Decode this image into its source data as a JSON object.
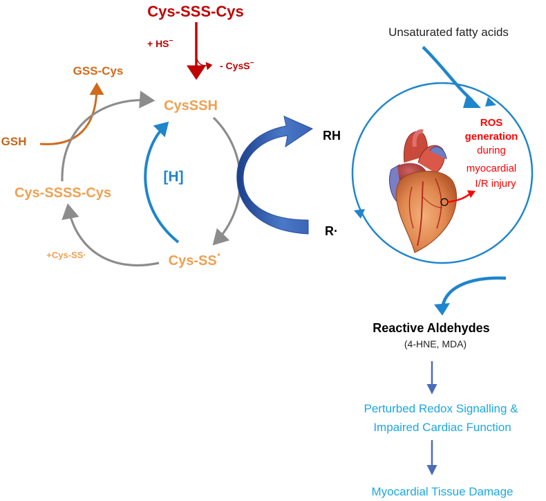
{
  "colors": {
    "red": "#c00000",
    "bright_red": "#ff0000",
    "orange": "#f0a050",
    "dark_orange": "#d06a1c",
    "brown_orange": "#c86418",
    "blue": "#1f85cc",
    "navy": "#2e52a0",
    "gray": "#8c8c8c",
    "cyan": "#1aa8e0",
    "black": "#000000",
    "dark_text": "#222222"
  },
  "left_cycle": {
    "top_donor": "Cys-SSS-Cys",
    "plus_hs": "+ HS",
    "plus_hs_sup": "−",
    "minus_cyss": "- CysS",
    "minus_cyss_sup": "−",
    "cysssh": "CysSSH",
    "gss_cys": "GSS-Cys",
    "gsh": "GSH",
    "cys_ssss_cys": "Cys-SSSS-Cys",
    "plus_cys_ss": "+Cys-SS·",
    "cys_ss_radical": "Cys-SS",
    "radical_dot": "·",
    "reduction": "[H]"
  },
  "transfer": {
    "rh": "RH",
    "r_radical": "R·"
  },
  "right_cycle": {
    "input": "Unsaturated fatty acids",
    "ros_line1": "ROS",
    "ros_line2": "generation",
    "ros_line3": "during",
    "ros_line4": "myocardial",
    "ros_line5": "I/R injury",
    "heart_icon": "heart-icon"
  },
  "outcomes": {
    "aldehydes": "Reactive Aldehydes",
    "aldehydes_examples": "(4-HNE, MDA)",
    "redox_line1": "Perturbed Redox Signalling &",
    "redox_line2": "Impaired Cardiac Function",
    "damage": "Myocardial Tissue Damage"
  }
}
